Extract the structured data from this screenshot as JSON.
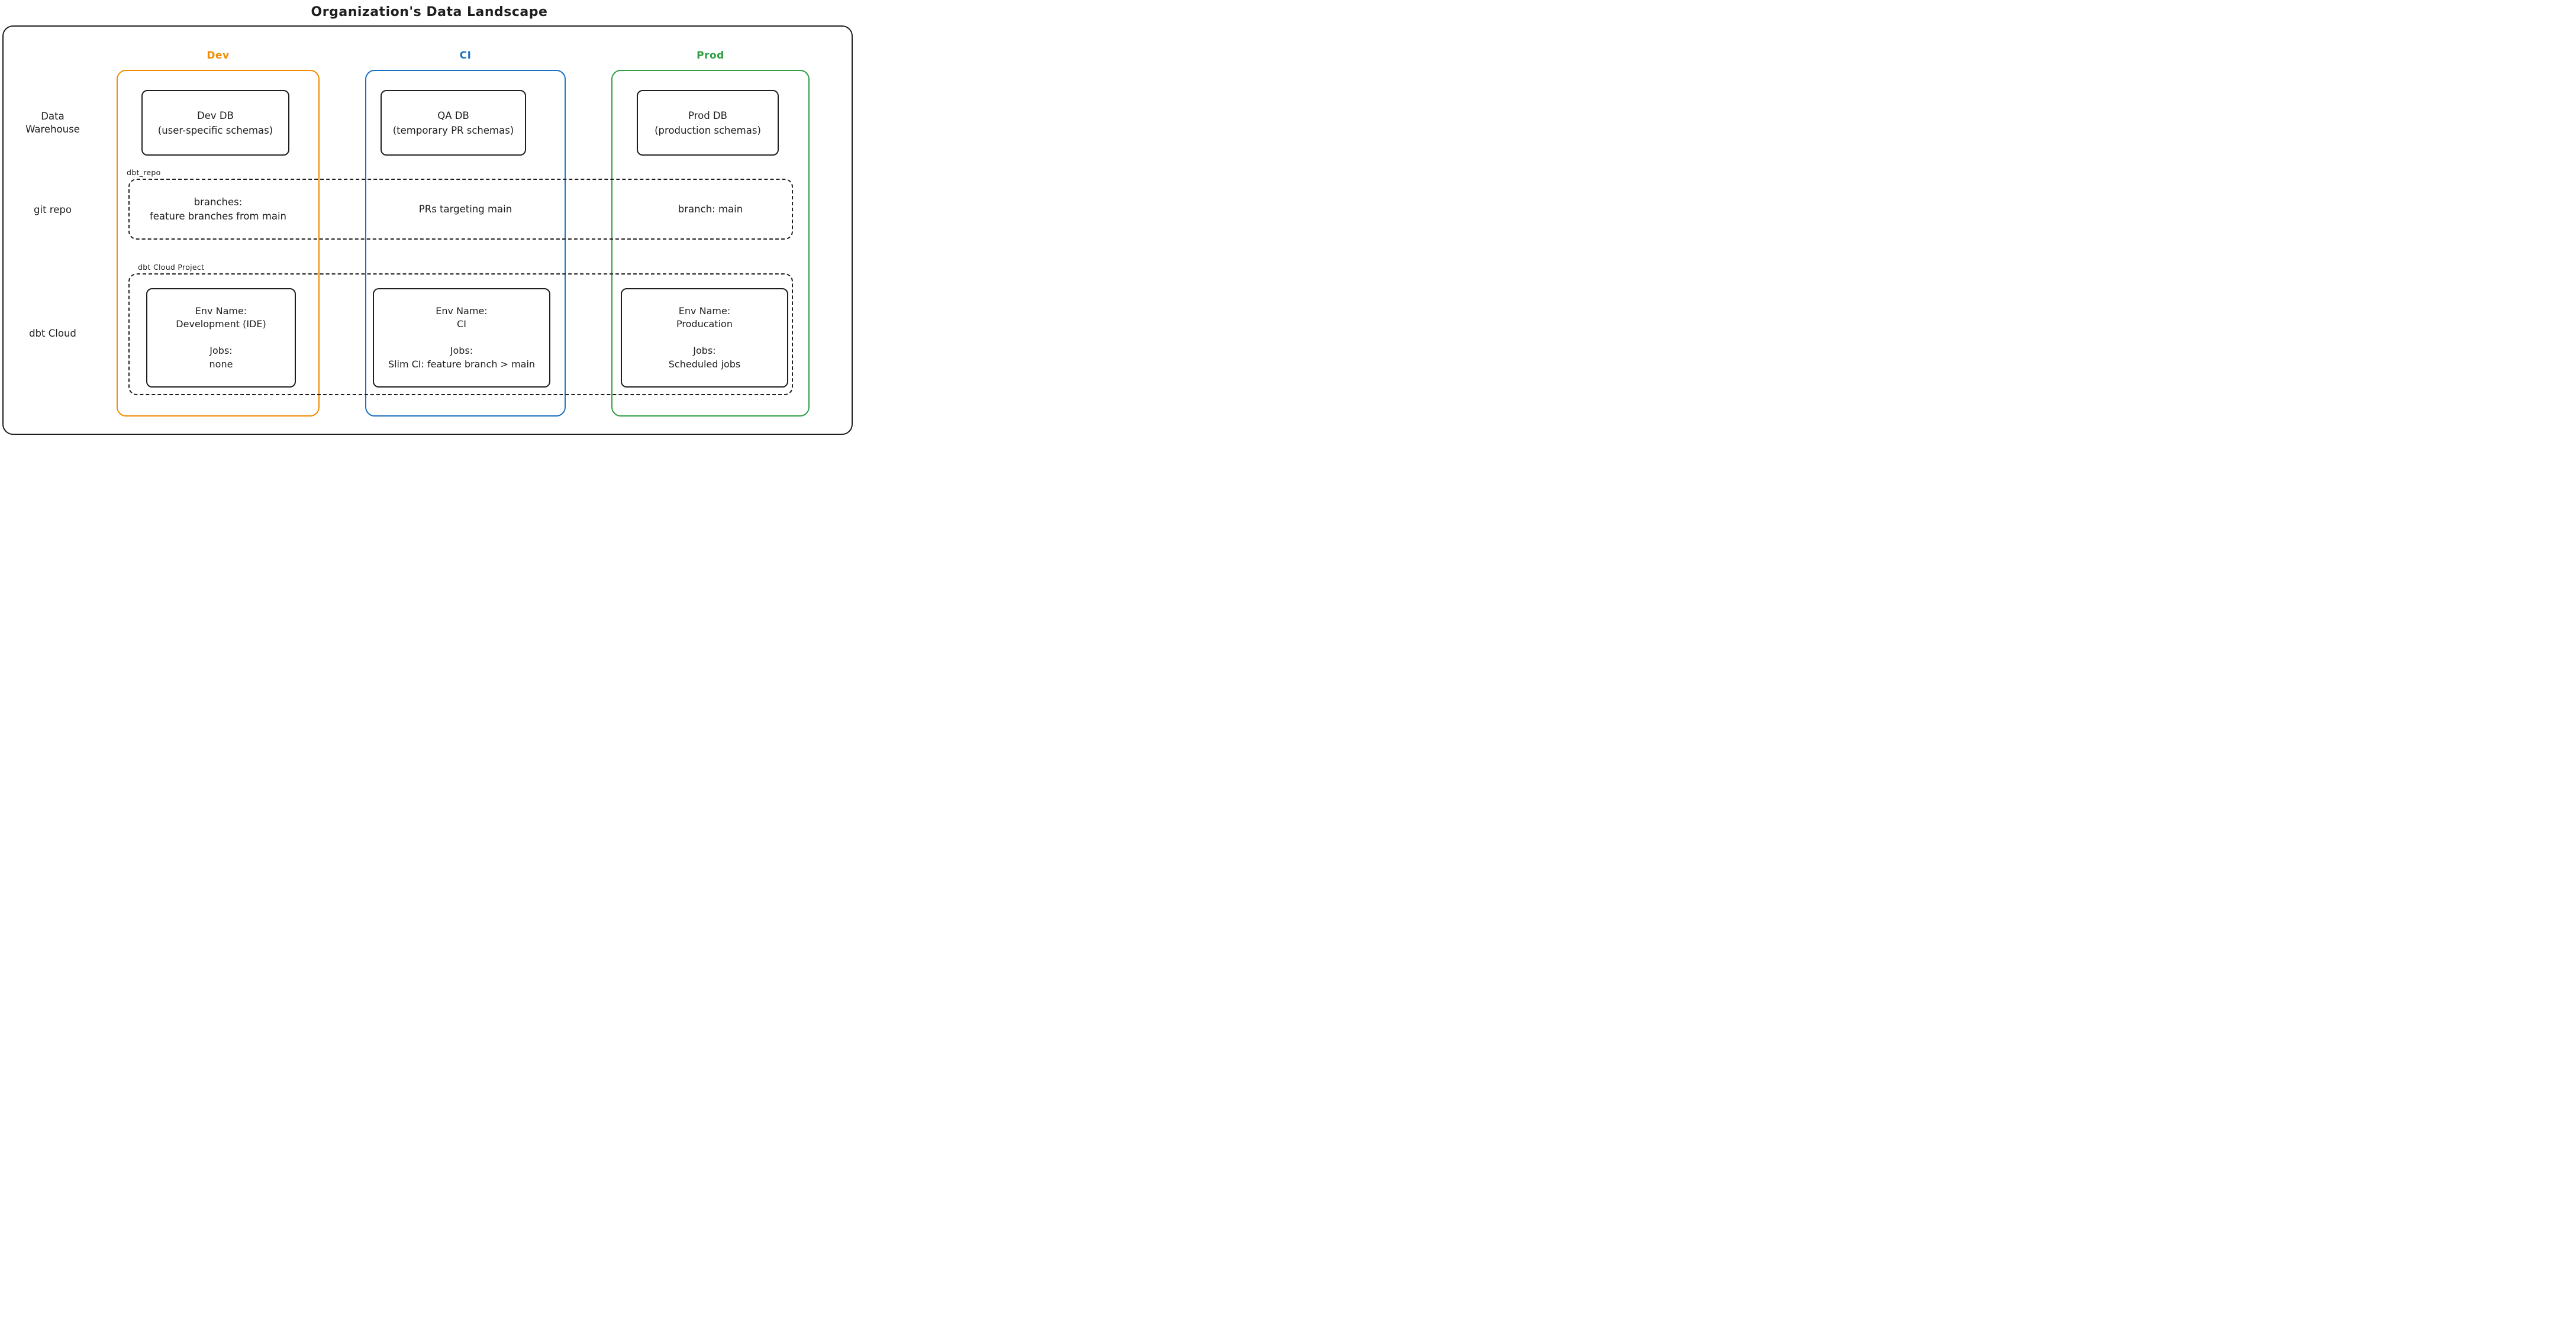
{
  "title": "Organization's Data Landscape",
  "colors": {
    "ink": "#1e1e1e",
    "dev": "#f08c00",
    "ci": "#1971c2",
    "prod": "#2f9e44"
  },
  "row_labels": {
    "warehouse": "Data\nWarehouse",
    "git": "git repo",
    "dbt": "dbt Cloud"
  },
  "group_labels": {
    "git_repo": "dbt_repo",
    "dbt_project": "dbt Cloud Project"
  },
  "columns": {
    "dev": {
      "header": "Dev",
      "db": "Dev DB\n(user-specific schemas)",
      "git": "branches:\nfeature branches from main",
      "env": "Env Name:\nDevelopment (IDE)\n\nJobs:\nnone"
    },
    "ci": {
      "header": "CI",
      "db": "QA DB\n(temporary PR schemas)",
      "git": "PRs targeting main",
      "env": "Env Name:\nCI\n\nJobs:\nSlim CI: feature branch > main"
    },
    "prod": {
      "header": "Prod",
      "db": "Prod DB\n(production schemas)",
      "git": "branch: main",
      "env": "Env Name:\nProducation\n\nJobs:\nScheduled jobs"
    }
  }
}
